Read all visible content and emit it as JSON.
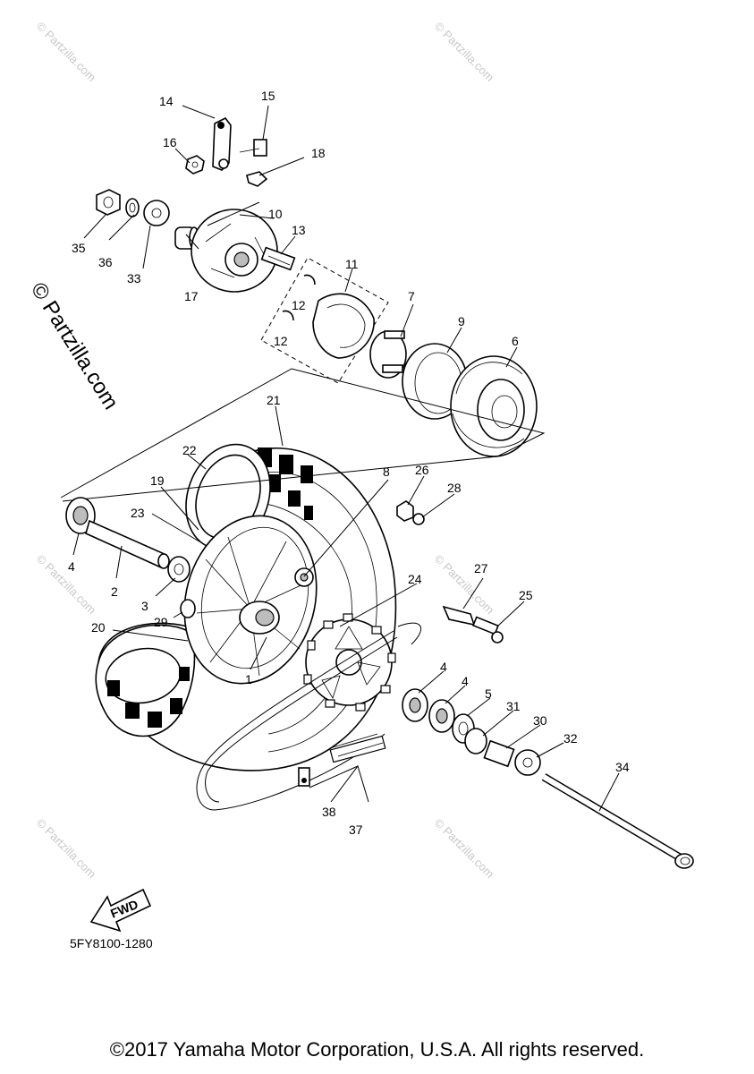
{
  "callouts": [
    "1",
    "2",
    "3",
    "4",
    "5",
    "6",
    "7",
    "8",
    "9",
    "10",
    "11",
    "12",
    "13",
    "14",
    "15",
    "16",
    "17",
    "18",
    "19",
    "20",
    "21",
    "22",
    "23",
    "24",
    "25",
    "26",
    "27",
    "28",
    "29",
    "30",
    "31",
    "32",
    "33",
    "34",
    "35",
    "36",
    "37",
    "38"
  ],
  "watermarks": {
    "diagonal": "© Partzilla.com",
    "side": "© Partzilla.com"
  },
  "fwd_label": "FWD",
  "figure_code": "5FY8100-1280",
  "copyright": "©2017 Yamaha Motor Corporation, U.S.A. All rights reserved."
}
